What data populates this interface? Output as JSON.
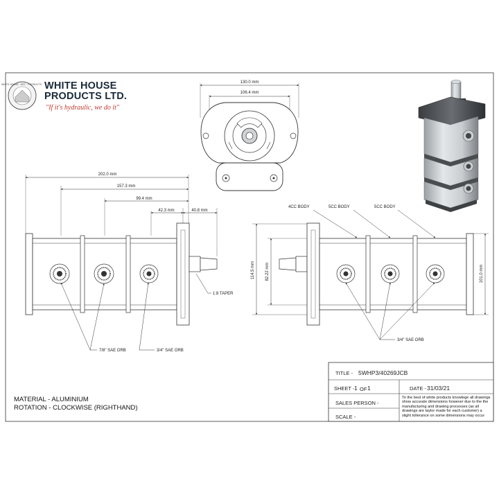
{
  "logo": {
    "badge_text": "WHITE HOUSE · EST. · PRODUCTS ·",
    "line1": "WHITE HOUSE",
    "line2": "PRODUCTS LTD.",
    "tagline": "\"If it's hydraulic, we do it\""
  },
  "front_view": {
    "dims": {
      "overall_width": "130.0 mm",
      "bolt_spacing": "106.4 mm"
    }
  },
  "side_view": {
    "dims": {
      "overall_length": "202.0 mm",
      "mid_length": "157.3 mm",
      "front_section": "99.4 mm",
      "port_to_flange": "42.3 mm",
      "shaft_length": "40.8 mm"
    },
    "callouts": {
      "taper": "1:8 TAPER",
      "orb_large": "7/8\" SAE ORB",
      "orb_small": "3/4\" SAE ORB"
    }
  },
  "rear_view": {
    "bodies": [
      "4CC BODY",
      "5CC BODY",
      "5CC BODY"
    ],
    "dims": {
      "height_outer": "114.5 mm",
      "height_inner": "82.22 mm",
      "height_right": "101.0 mm"
    },
    "callouts": {
      "orb": "3/4\" SAE ORB"
    }
  },
  "notes": {
    "material": "MATERIAL - ALUMINIUM",
    "rotation": "ROTATION - CLOCKWISE (RIGHTHAND)"
  },
  "title_block": {
    "title_label": "TITLE -",
    "title_value": "5WHP3/40269JCB",
    "sheet_label": "SHEET -",
    "sheet_num": "1",
    "sheet_of": "OF",
    "sheet_total": "1",
    "date_label": "DATE -",
    "date_value": "31/03/21",
    "sales_label": "SALES PERSON -",
    "scale_label": "SCALE -",
    "disclaimer": "To the best of white products knowlege all drawings show accurate dimensions however due to the the manufacturing and drawing processes (as all drawings are taylor made for each customer) a slight tollerance on some dimensions may occur"
  }
}
